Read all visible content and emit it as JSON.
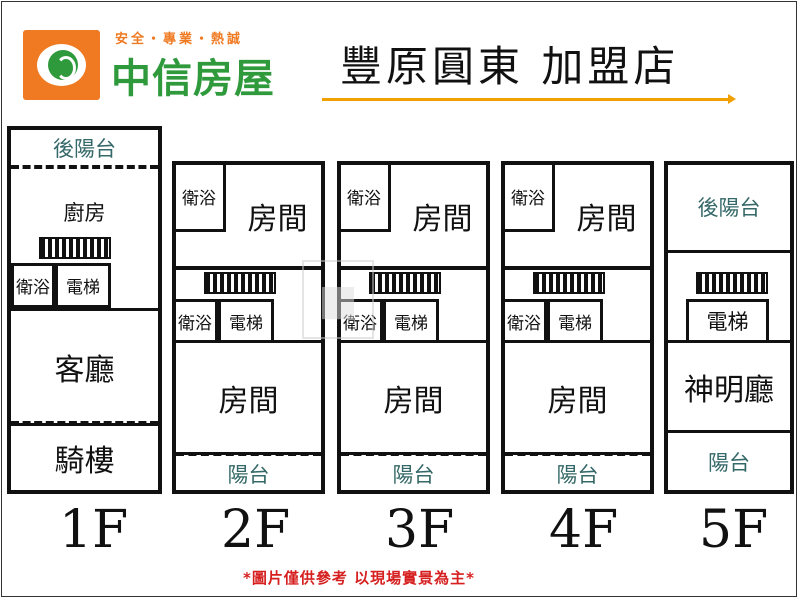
{
  "header": {
    "slogan": "安全・專業・熱誠",
    "brand": "中信房屋",
    "store": "豐原圓東 加盟店"
  },
  "floors": [
    {
      "label": "1F",
      "rooms": {
        "top": "後陽台",
        "kitchen": "廚房",
        "bath": "衛浴",
        "elevator": "電梯",
        "living": "客廳",
        "arcade": "騎樓"
      }
    },
    {
      "label": "2F",
      "rooms": {
        "bath1": "衛浴",
        "room1": "房間",
        "bath2": "衛浴",
        "elevator": "電梯",
        "room2": "房間",
        "balcony": "陽台"
      }
    },
    {
      "label": "3F",
      "rooms": {
        "bath1": "衛浴",
        "room1": "房間",
        "bath2": "衛浴",
        "elevator": "電梯",
        "room2": "房間",
        "balcony": "陽台"
      }
    },
    {
      "label": "4F",
      "rooms": {
        "bath1": "衛浴",
        "room1": "房間",
        "bath2": "衛浴",
        "elevator": "電梯",
        "room2": "房間",
        "balcony": "陽台"
      }
    },
    {
      "label": "5F",
      "rooms": {
        "back_balcony": "後陽台",
        "elevator": "電梯",
        "shrine": "神明廳",
        "balcony": "陽台"
      }
    }
  ],
  "note": "*圖片僅供參考 以現場實景為主*",
  "colors": {
    "brand_orange": "#ef7a22",
    "brand_green": "#2f9a3c",
    "line": "#f0a000",
    "note": "#d61f1f"
  }
}
